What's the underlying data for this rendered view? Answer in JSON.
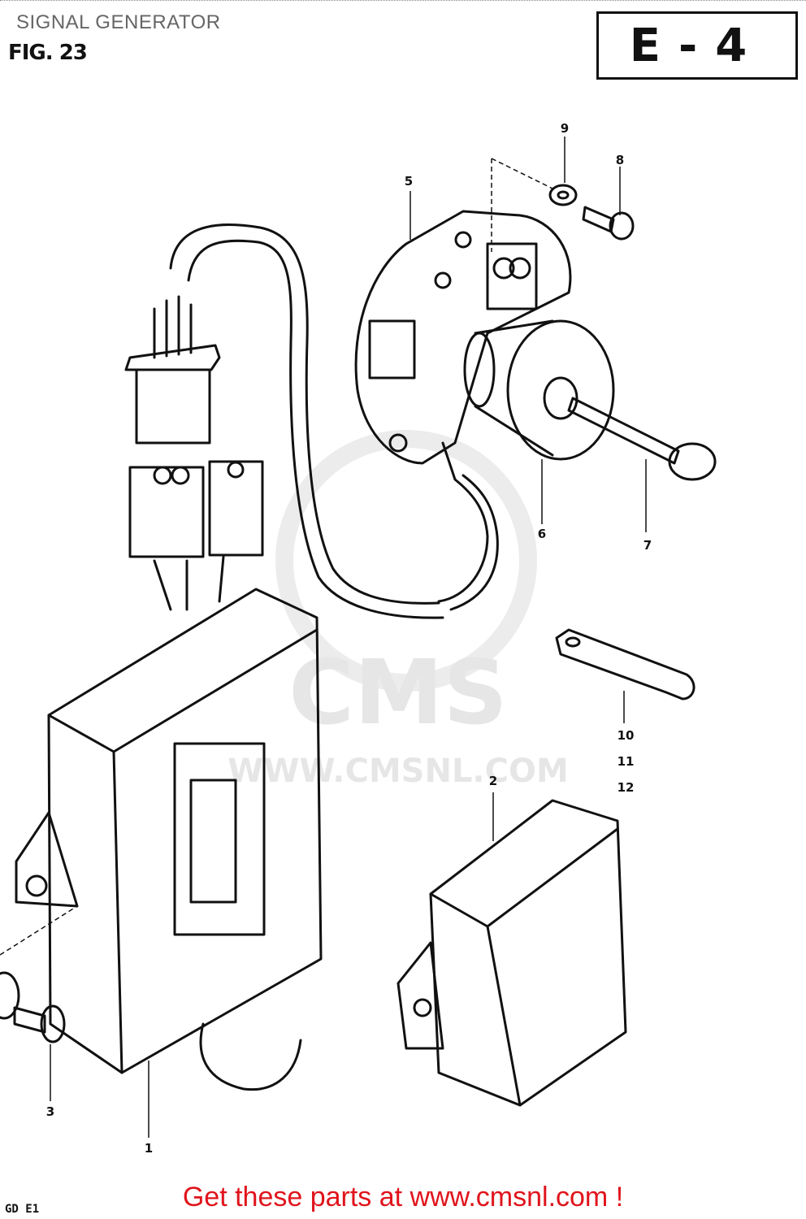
{
  "header": {
    "title": "SIGNAL GENERATOR",
    "figure": "FIG. 23",
    "section_code": "E-4"
  },
  "watermark": {
    "brand": "CMS",
    "url": "WWW.CMSNL.COM"
  },
  "callouts": [
    "1",
    "2",
    "3",
    "5",
    "6",
    "7",
    "8",
    "9",
    "10",
    "11",
    "12"
  ],
  "footer": {
    "corner_code": "GD E1",
    "promo": "Get these parts at www.cmsnl.com !"
  },
  "colors": {
    "promo": "#e0141c",
    "title": "#666666",
    "line": "#111111",
    "watermark": "#e6e6e6"
  }
}
